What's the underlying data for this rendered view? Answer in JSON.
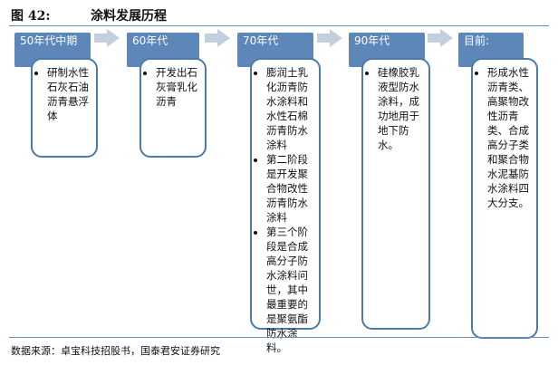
{
  "figure": {
    "label": "图 42:",
    "title": "涂料发展历程"
  },
  "stages": [
    {
      "header": "50年代中期",
      "items": [
        "研制水性石灰石油沥青悬浮体"
      ]
    },
    {
      "header": "60年代",
      "items": [
        "开发出石灰膏乳化沥青"
      ]
    },
    {
      "header": "70年代",
      "items": [
        "膨润土乳化沥青防水涂料和水性石棉沥青防水涂料",
        "第二阶段是开发聚合物改性沥青防水涂料",
        "第三个阶段是合成高分子防水涂料问世，其中最重要的是聚氨酯防水涂料。"
      ]
    },
    {
      "header": "90年代",
      "items": [
        "硅橡胶乳液型防水涂料，成功地用于地下防水。"
      ]
    },
    {
      "header": "目前:",
      "items": [
        "形成水性沥青类、高聚物改性沥青类、合成高分子类和聚合物水泥基防水涂料四大分支。"
      ]
    }
  ],
  "source": "数据来源：卓宝科技招股书，国泰君安证券研究"
}
